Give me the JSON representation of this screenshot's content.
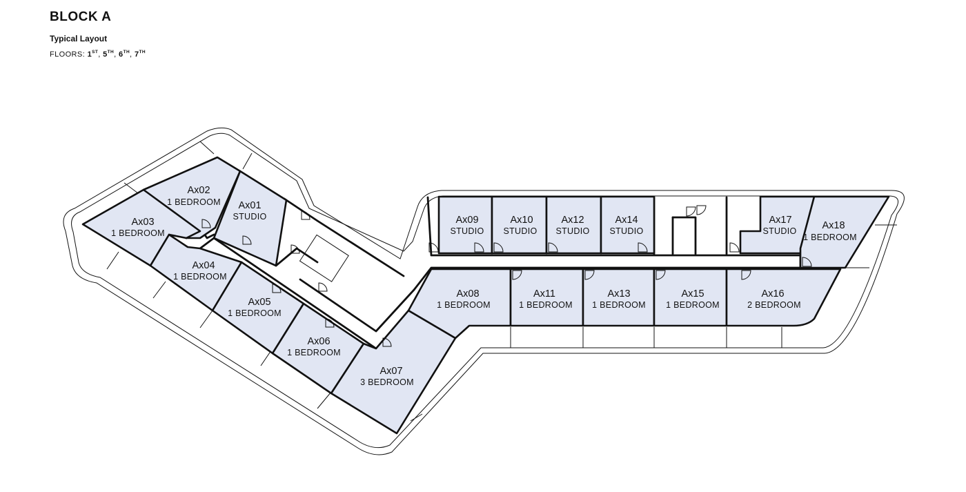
{
  "header": {
    "title": "BLOCK A",
    "subtitle": "Typical Layout",
    "floors_label": "FLOORS:",
    "floors": [
      {
        "num": "1",
        "suffix": "ST"
      },
      {
        "num": "5",
        "suffix": "TH"
      },
      {
        "num": "6",
        "suffix": "TH"
      },
      {
        "num": "7",
        "suffix": "TH"
      }
    ]
  },
  "units": [
    {
      "id": "Ax01",
      "type": "STUDIO"
    },
    {
      "id": "Ax02",
      "type": "1 BEDROOM"
    },
    {
      "id": "Ax03",
      "type": "1 BEDROOM"
    },
    {
      "id": "Ax04",
      "type": "1 BEDROOM"
    },
    {
      "id": "Ax05",
      "type": "1 BEDROOM"
    },
    {
      "id": "Ax06",
      "type": "1 BEDROOM"
    },
    {
      "id": "Ax07",
      "type": "3 BEDROOM"
    },
    {
      "id": "Ax08",
      "type": "1 BEDROOM"
    },
    {
      "id": "Ax09",
      "type": "STUDIO"
    },
    {
      "id": "Ax10",
      "type": "STUDIO"
    },
    {
      "id": "Ax11",
      "type": "1 BEDROOM"
    },
    {
      "id": "Ax12",
      "type": "STUDIO"
    },
    {
      "id": "Ax13",
      "type": "1 BEDROOM"
    },
    {
      "id": "Ax14",
      "type": "STUDIO"
    },
    {
      "id": "Ax15",
      "type": "1 BEDROOM"
    },
    {
      "id": "Ax16",
      "type": "2 BEDROOM"
    },
    {
      "id": "Ax17",
      "type": "STUDIO"
    },
    {
      "id": "Ax18",
      "type": "1 BEDROOM"
    }
  ]
}
